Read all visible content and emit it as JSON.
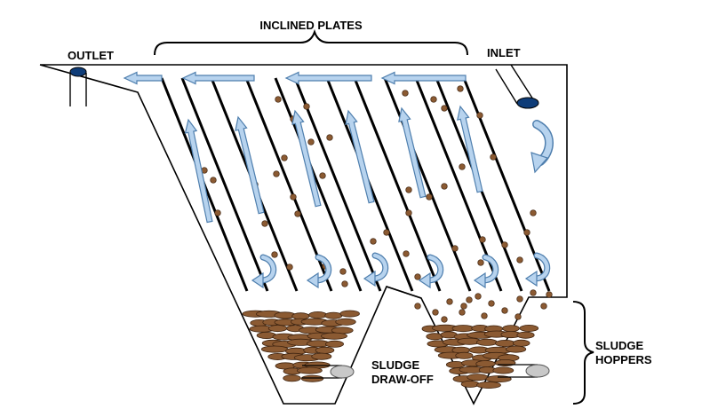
{
  "labels": {
    "inclined_plates": "INCLINED PLATES",
    "outlet": "OUTLET",
    "inlet": "INLET",
    "sludge_draw_off_line1": "SLUDGE",
    "sludge_draw_off_line2": "DRAW-OFF",
    "sludge_hoppers_line1": "SLUDGE",
    "sludge_hoppers_line2": "HOPPERS"
  },
  "colors": {
    "outline": "#000000",
    "plate": "#000000",
    "flow_arrow_fill": "#b7d3ee",
    "flow_arrow_stroke": "#4f7fae",
    "inlet_pipe_end": "#0e3c78",
    "outlet_pipe_end": "#0e3c78",
    "particle": "#8b5a32",
    "particle_stroke": "#3f2410",
    "draw_off_pipe": "#c8c8c8"
  },
  "icons": {
    "flow": "flow-arrow-icon",
    "swirl": "curved-flow-arrow-icon"
  }
}
